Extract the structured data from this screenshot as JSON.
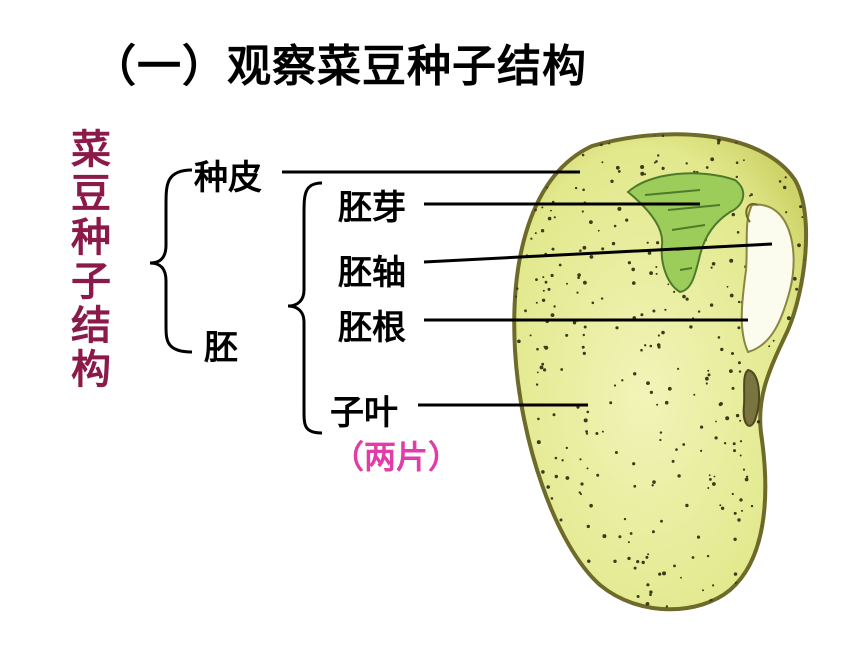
{
  "title": "（一）观察菜豆种子结构",
  "side_title": [
    "菜",
    "豆",
    "种",
    "子",
    "结",
    "构"
  ],
  "parts": {
    "seed_coat": "种皮",
    "embryo": "胚",
    "plumule": "胚芽",
    "hypocotyl": "胚轴",
    "radicle": "胚根",
    "cotyledon": "子叶",
    "cotyledon_note": "（两片）"
  },
  "colors": {
    "side_title": "#8b1a4a",
    "note": "#e23ca8",
    "seed_fill": "#e9ee9a",
    "seed_outline": "#6e6a2a",
    "plumule": "#9ccc5a"
  }
}
